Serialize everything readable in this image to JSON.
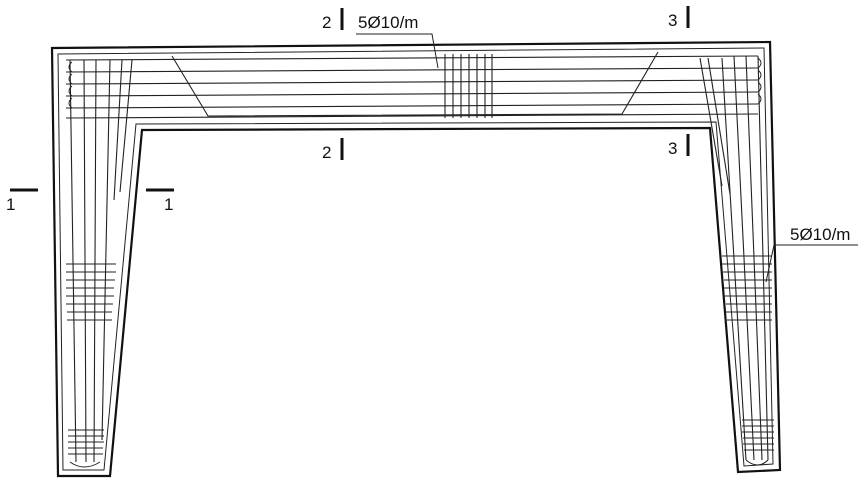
{
  "labels": {
    "top_callout": "5Ø10/m",
    "right_callout": "5Ø10/m",
    "section_1_left": "1",
    "section_1_right": "1",
    "section_2_top": "2",
    "section_2_bottom": "2",
    "section_3_top": "3",
    "section_3_bottom": "3"
  },
  "colors": {
    "line": "#111111",
    "background": "#ffffff"
  }
}
